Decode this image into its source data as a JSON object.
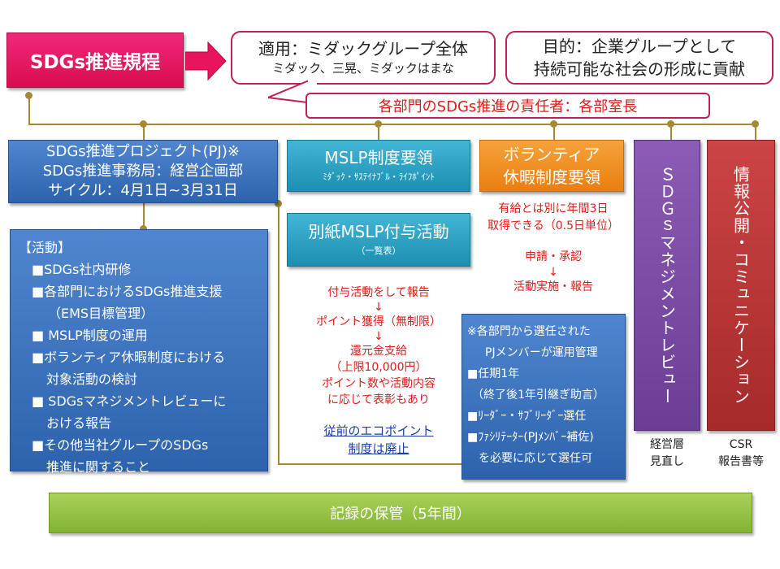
{
  "title_box": "SDGs推進規程",
  "apply_box": {
    "line1": "適用：ミダックグループ全体",
    "line2": "ミダック、三晃、ミダックはまな"
  },
  "purpose_box": {
    "line1": "目的：企業グループとして",
    "line2": "持続可能な社会の形成に貢献"
  },
  "responsible_box": "各部門のSDGs推進の責任者：各部室長",
  "pj_box": {
    "line1": "SDGs推進プロジェクト(PJ)※",
    "line2": "SDGs推進事務局：経営企画部",
    "line3": "サイクル：4月1日~3月31日"
  },
  "activities": {
    "header": "【活動】",
    "items": [
      "■SDGs社内研修",
      "■各部門におけるSDGs推進支援",
      "（EMS目標管理）",
      "■ MSLP制度の運用",
      "■ボランティア休暇制度における",
      "対象活動の検討",
      "■ SDGsマネジメントレビューに",
      "おける報告",
      "■その他当社グループのSDGs",
      "推進に関すること"
    ]
  },
  "mslp_box": {
    "title": "MSLP制度要領",
    "subtitle": "ﾐﾀﾞｯｸ・ｻｽﾃｲﾅﾌﾞﾙ・ﾗｲﾌﾎﾟｲﾝﾄ"
  },
  "mslp_grant_box": {
    "title": "別紙MSLP付与活動",
    "subtitle": "（一覧表）"
  },
  "mslp_flow": [
    "付与活動をして報告",
    "↓",
    "ポイント獲得（無制限）",
    "↓",
    "還元金支給",
    "（上限10,000円）",
    "ポイント数や活動内容",
    "に応じて表彰もあり"
  ],
  "eco_point_link": {
    "line1": "従前のエコポイント",
    "line2": "制度は廃止"
  },
  "volunteer_box": {
    "line1": "ボランティア",
    "line2": "休暇制度要領"
  },
  "volunteer_notes": {
    "line1": "有給とは別に年間3日",
    "line2": "取得できる（0.5日単位）"
  },
  "volunteer_flow": [
    "申請・承認",
    "↓",
    "活動実施・報告"
  ],
  "pj_member_box": [
    "※各部門から選任された",
    "PJメンバーが運用管理",
    "■任期1年",
    "（終了後1年引継ぎ助言）",
    "■ﾘｰﾀﾞｰ・ｻﾌﾞﾘｰﾀﾞｰ選任",
    "■ﾌｧｼﾘﾃｰﾀｰ(PJﾒﾝﾊﾞｰ補佐)",
    "を必要に応じて選任可"
  ],
  "review_box": {
    "text": "ＳＤＧｓマネジメントレビュー",
    "caption1": "経営層",
    "caption2": "見直し"
  },
  "disclosure_box": {
    "text": "情報公開・コミュニケーション",
    "caption1": "CSR",
    "caption2": "報告書等"
  },
  "records_box": "記録の保管（5年間）",
  "colors": {
    "title_pink": "#e8145e",
    "callout_border": "#c0205a",
    "blue": "#2d63ad",
    "teal": "#1c8fb2",
    "orange": "#e97f10",
    "purple": "#6b3e95",
    "red": "#a62a2a",
    "green": "#83b332",
    "note_red": "#e01b1b",
    "connector": "#a58a33"
  }
}
